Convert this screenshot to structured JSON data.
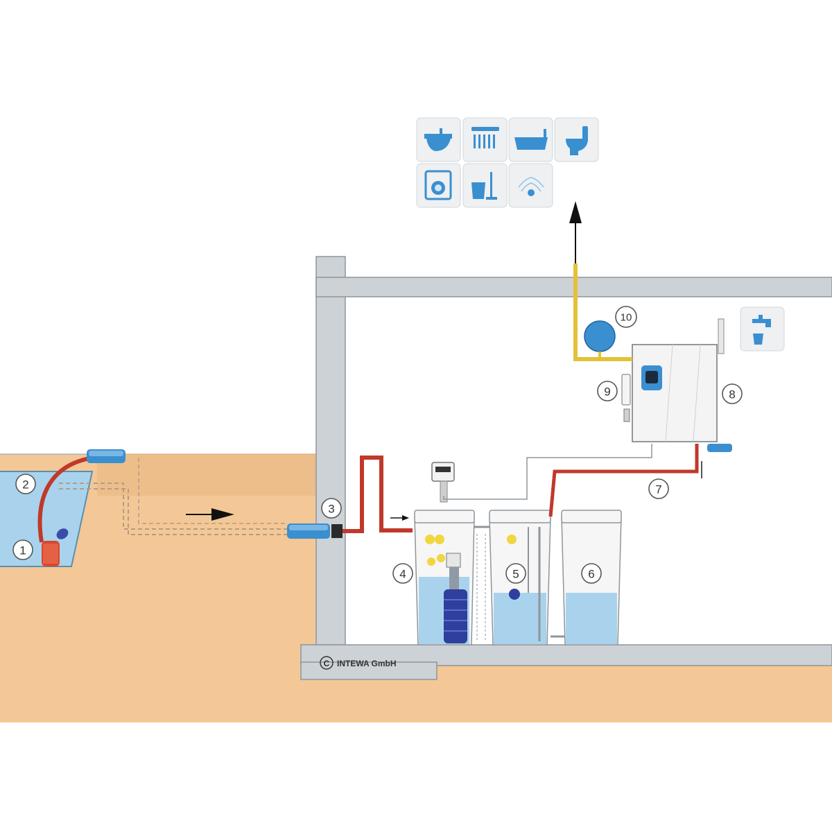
{
  "callouts": {
    "c1": "1",
    "c2": "2",
    "c3": "3",
    "c4": "4",
    "c5": "5",
    "c6": "6",
    "c7": "7",
    "c8": "8",
    "c9": "9",
    "c10": "10"
  },
  "copyright": "INTEWA GmbH",
  "usage_icons": [
    "washbasin-icon",
    "shower-icon",
    "bathtub-icon",
    "toilet-icon",
    "washing-machine-icon",
    "cleaning-bucket-mop-icon",
    "garden-sprinkler-icon"
  ],
  "tap_icon": "tap-and-cup-icon",
  "colors": {
    "soil": "#f3c896",
    "water": "#a9d3ec",
    "wall": "#cdd2d6",
    "pipe_red": "#c0392b",
    "pipe_yellow": "#e3c23a",
    "icon_blue": "#3a8fd0"
  }
}
